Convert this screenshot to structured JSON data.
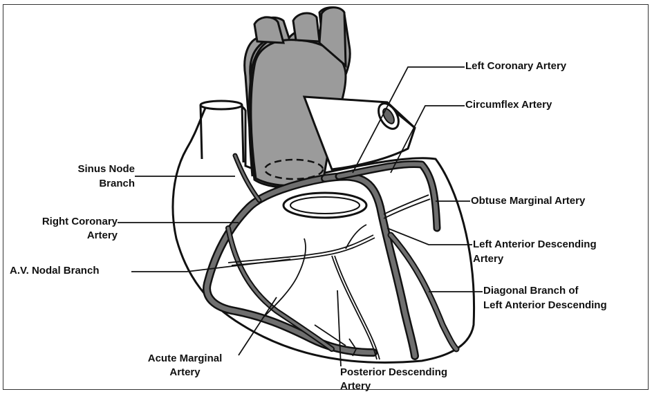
{
  "labels": {
    "left_coronary_artery": "Left Coronary Artery",
    "circumflex_artery": "Circumflex Artery",
    "sinus_node_branch_1": "Sinus Node",
    "sinus_node_branch_2": "Branch",
    "obtuse_marginal_artery": "Obtuse Marginal Artery",
    "right_coronary_artery_1": "Right Coronary",
    "right_coronary_artery_2": "Artery",
    "lad_1": "Left Anterior Descending",
    "lad_2": "Artery",
    "av_nodal_branch": "A.V. Nodal Branch",
    "diagonal_1": "Diagonal Branch of",
    "diagonal_2": "Left Anterior Descending",
    "acute_marginal_1": "Acute  Marginal",
    "acute_marginal_2": "Artery",
    "pda_1": "Posterior Descending",
    "pda_2": "Artery"
  },
  "colors": {
    "aorta_fill": "#9b9b9b",
    "artery_fill": "#6f6f6f",
    "outline": "#111111",
    "background": "#ffffff"
  }
}
